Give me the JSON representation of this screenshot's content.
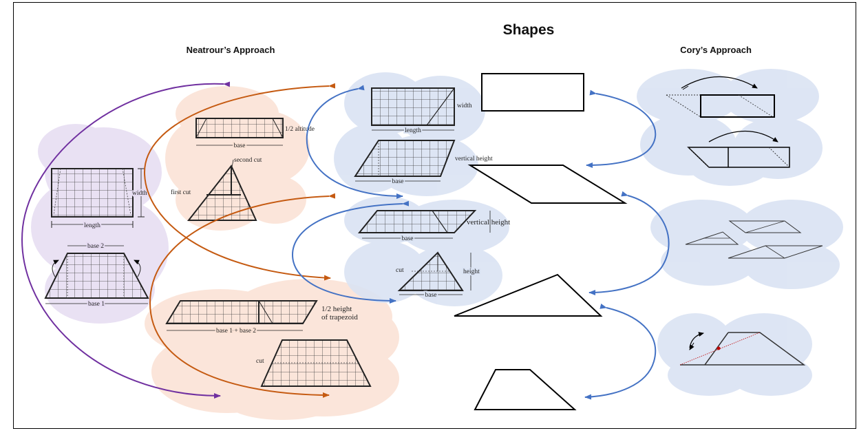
{
  "title": "Shapes",
  "left_heading": "Neatrour’s Approach",
  "right_heading": "Cory’s Approach",
  "labels": {
    "length": "length",
    "width": "width",
    "base2": "base 2",
    "base1": "base 1",
    "half_altitude": "1/2 altitude",
    "base": "base",
    "second_cut": "second cut",
    "first_cut": "first cut",
    "vertical_height": "vertical height",
    "height": "height",
    "cut": "cut",
    "half_height_trap": "1/2 height",
    "of_trapezoid": "of trapezoid",
    "base1_plus_base2": "base 1 + base 2"
  },
  "colors": {
    "purple_arrow": "#7030a0",
    "orange_arrow": "#c55a11",
    "blue_arrow": "#4472c4",
    "purple_cloud": "#e6dcf2",
    "orange_cloud": "#fbe3d6",
    "blue_cloud": "#dae3f3",
    "red_mark": "#c00000"
  }
}
